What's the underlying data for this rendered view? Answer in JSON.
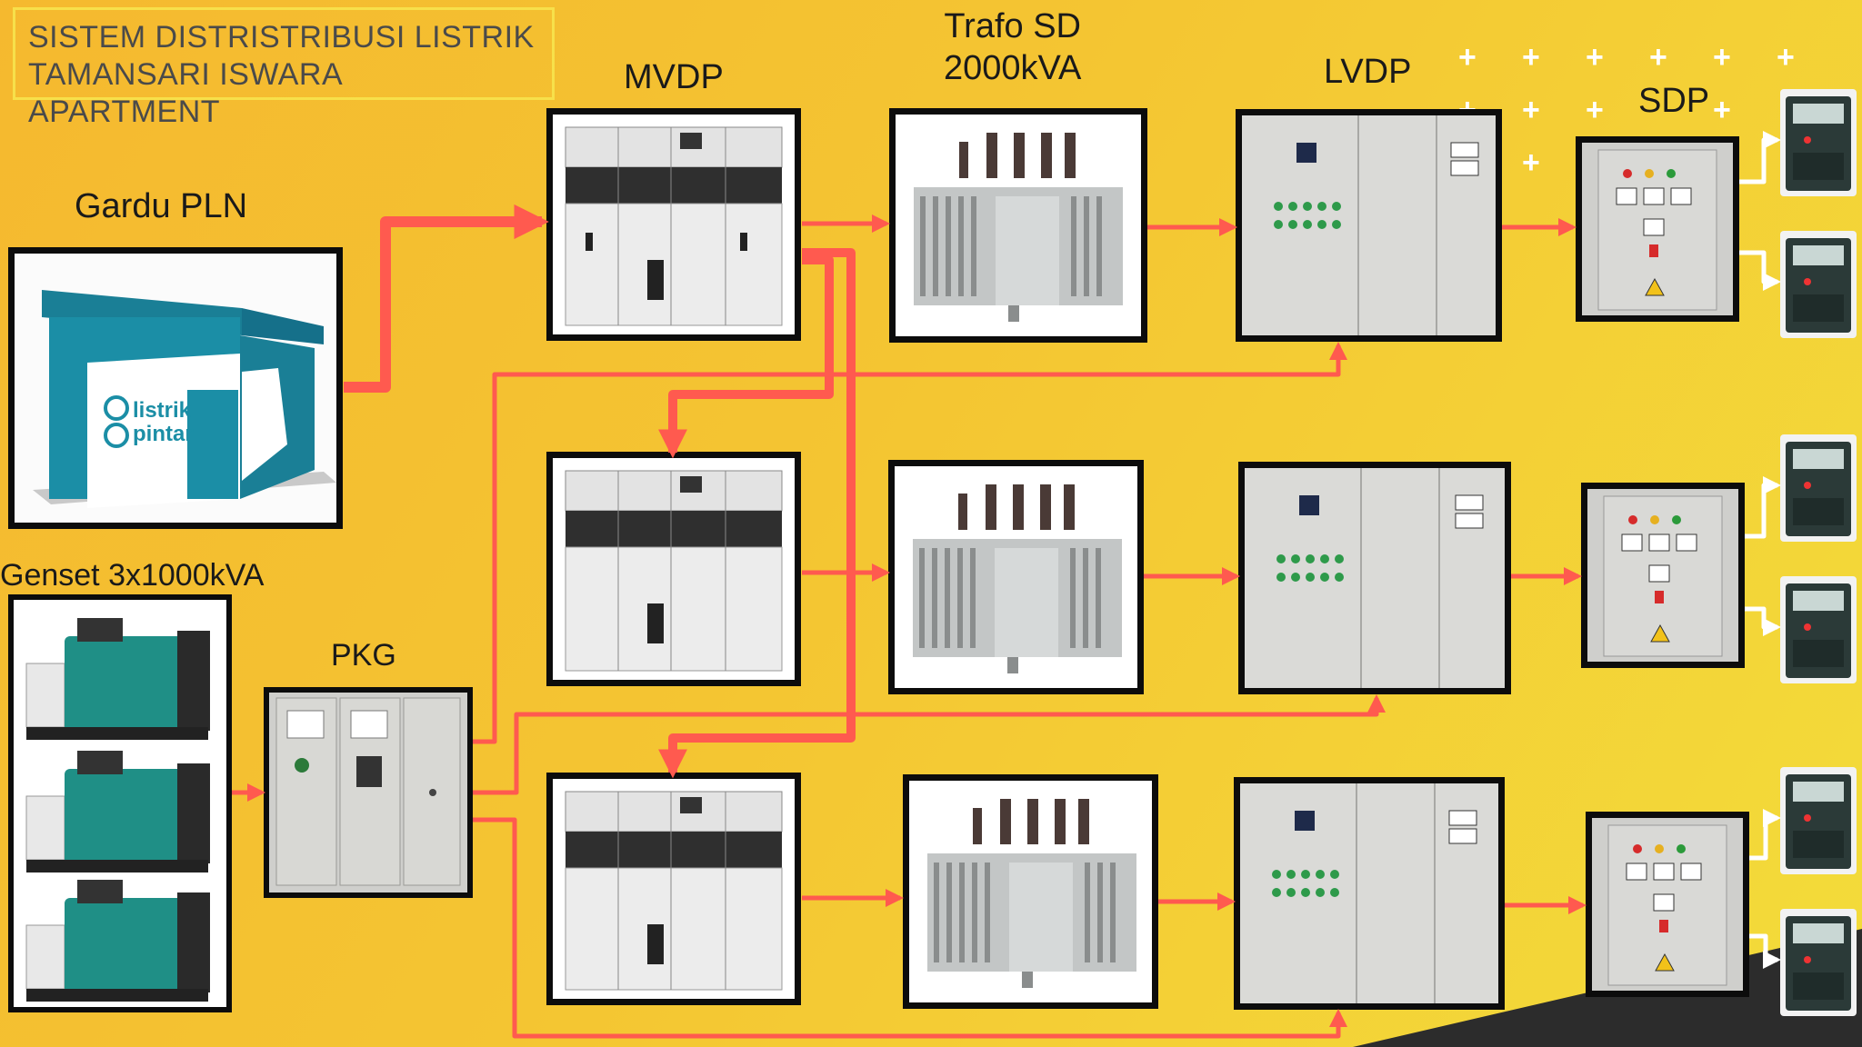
{
  "title": {
    "line1": "SISTEM DISTRISTRIBUSI LISTRIK",
    "line2": "TAMANSARI ISWARA APARTMENT"
  },
  "labels": {
    "gardu": "Gardu PLN",
    "genset": "Genset 3x1000kVA",
    "pkg": "PKG",
    "mvdp": "MVDP",
    "trafo_line1": "Trafo SD",
    "trafo_line2": "2000kVA",
    "lvdp": "LVDP",
    "sdp": "SDP"
  },
  "gardu_logo": {
    "line1": "listrik",
    "line2": "pintar"
  },
  "colors": {
    "arrow": "#ff5a4f",
    "border": "#0c0c0c",
    "kiosk": "#1b8ea6",
    "engine": "#1f8f86"
  },
  "icons": [
    "substation-kiosk",
    "generator",
    "switchgear-panel",
    "transformer",
    "distribution-panel",
    "sub-distribution-panel",
    "kwh-meter"
  ]
}
